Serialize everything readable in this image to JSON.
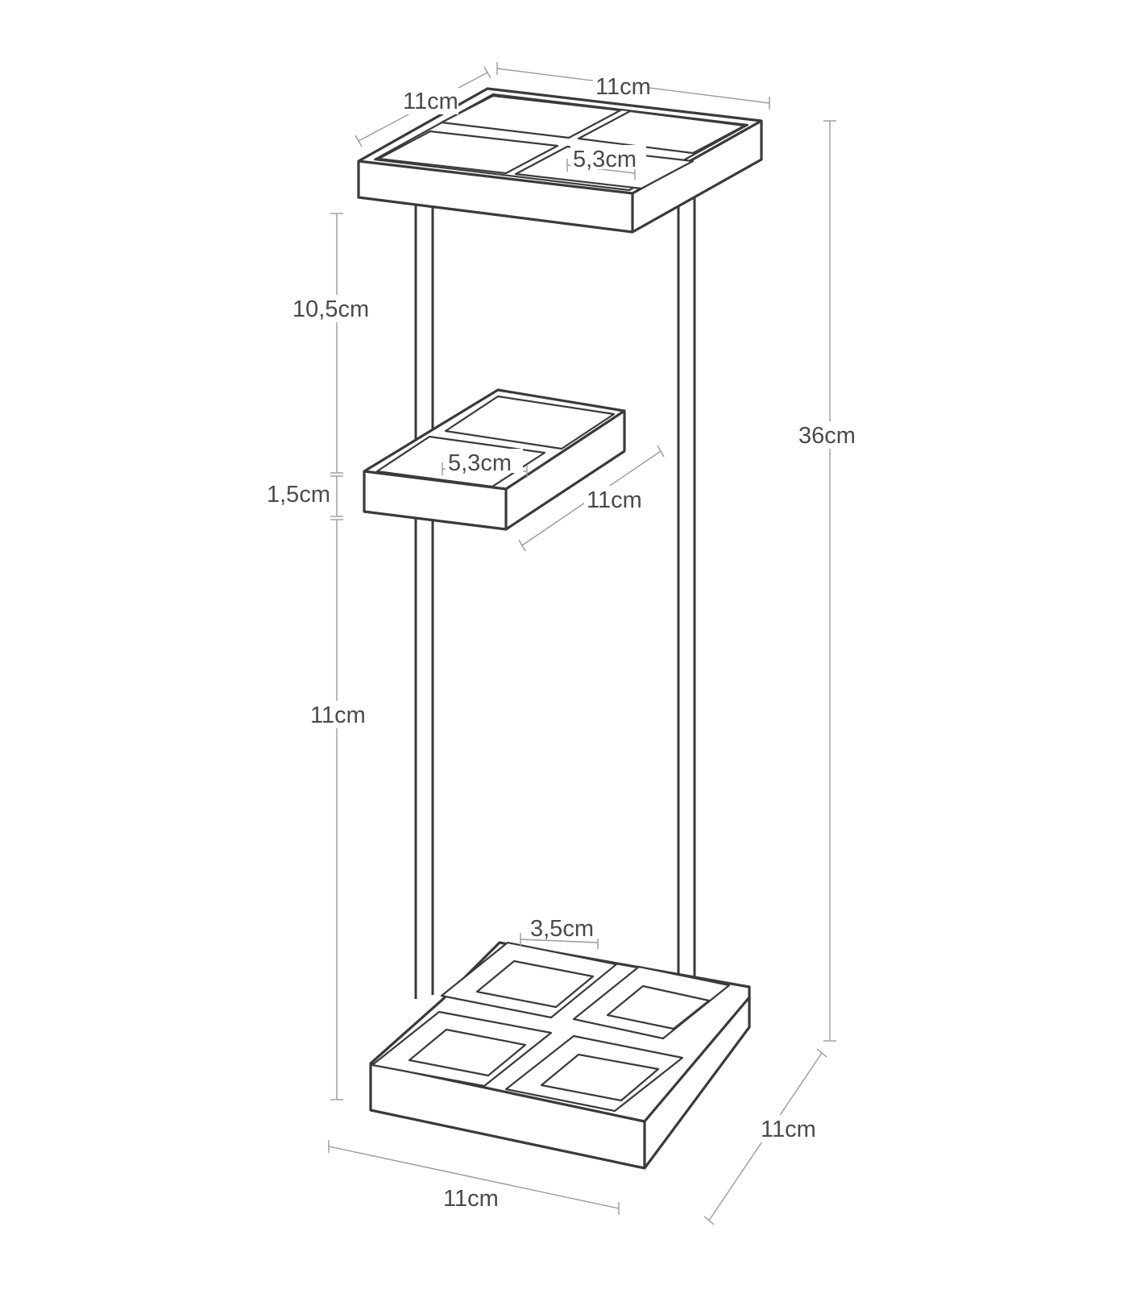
{
  "dimensions": {
    "top_depth": "11cm",
    "top_width": "11cm",
    "top_cell": "5,3cm",
    "gap_upper": "10,5cm",
    "shelf_thickness": "1,5cm",
    "gap_lower": "11cm",
    "total_height": "36cm",
    "shelf_cell": "5,3cm",
    "shelf_depth": "11cm",
    "base_cell": "3,5cm",
    "base_depth": "11cm",
    "base_width": "11cm"
  }
}
